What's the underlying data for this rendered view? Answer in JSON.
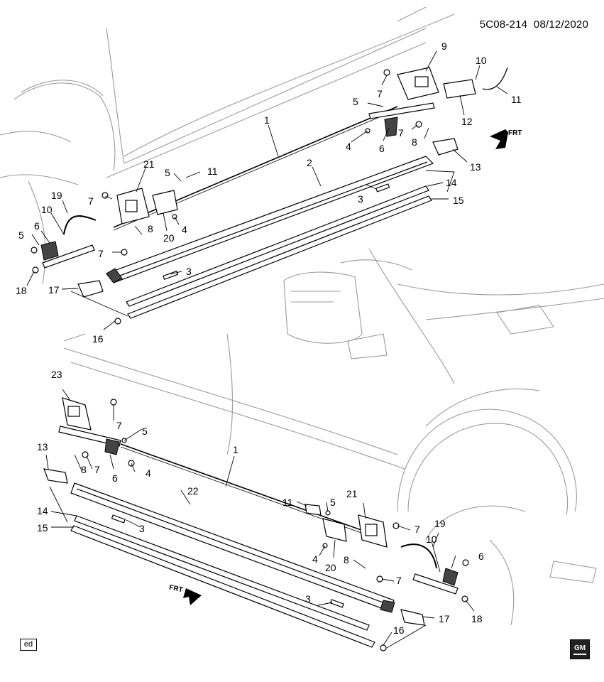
{
  "header": {
    "doc_id": "5C08-214",
    "date": "08/12/2020"
  },
  "footer": {
    "ed_label": "ed",
    "logo_text": "GM"
  },
  "frt_label": "FRT",
  "top_callouts": [
    "1",
    "2",
    "3",
    "3",
    "4",
    "4",
    "5",
    "5",
    "5",
    "6",
    "6",
    "7",
    "7",
    "7",
    "7",
    "7",
    "8",
    "8",
    "9",
    "10",
    "10",
    "11",
    "11",
    "12",
    "13",
    "14",
    "15",
    "16",
    "17",
    "18",
    "19",
    "20",
    "21"
  ],
  "bottom_callouts": [
    "1",
    "3",
    "3",
    "4",
    "4",
    "5",
    "5",
    "6",
    "6",
    "7",
    "7",
    "7",
    "7",
    "8",
    "8",
    "10",
    "11",
    "13",
    "14",
    "15",
    "16",
    "17",
    "18",
    "19",
    "20",
    "21",
    "22",
    "23"
  ]
}
